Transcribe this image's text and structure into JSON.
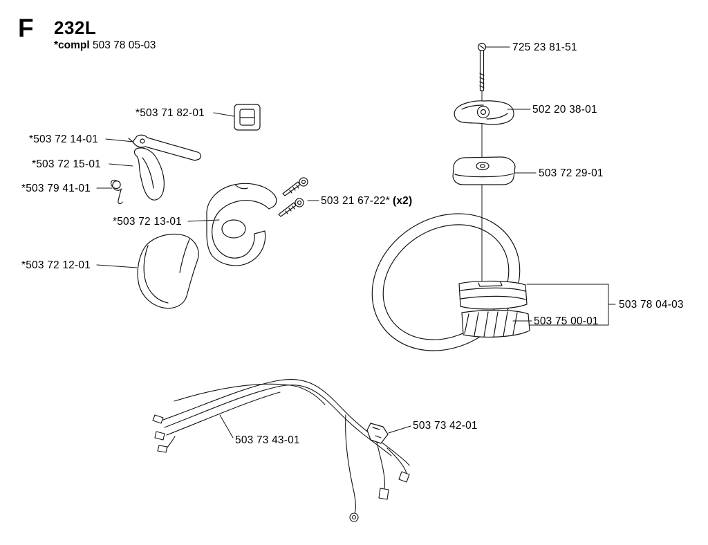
{
  "header": {
    "section_letter": "F",
    "model": "232L",
    "compl_prefix": "*compl",
    "compl_number": "503 78 05-03"
  },
  "parts": {
    "screw_long": {
      "label": "725 23 81-51"
    },
    "wing_knob": {
      "label": "502 20 38-01"
    },
    "clamp_upper": {
      "label": "503 72 29-01"
    },
    "handle_assembly": {
      "label": "503 78 04-03"
    },
    "clamp_lower": {
      "label": "503 75 00-01"
    },
    "screws": {
      "label": "503 21 67-22*",
      "qty": "(x2)"
    },
    "stop_switch": {
      "label": "*503 71 82-01"
    },
    "throttle_lockout": {
      "label": "*503 72 14-01"
    },
    "throttle_trigger": {
      "label": "*503 72 15-01"
    },
    "spring": {
      "label": "*503 79 41-01"
    },
    "handle_half_front": {
      "label": "*503 72 13-01"
    },
    "handle_half_rear": {
      "label": "*503 72 12-01"
    },
    "cable_clip": {
      "label": "503 73 42-01"
    },
    "wiring_harness": {
      "label": "503 73 43-01"
    }
  }
}
